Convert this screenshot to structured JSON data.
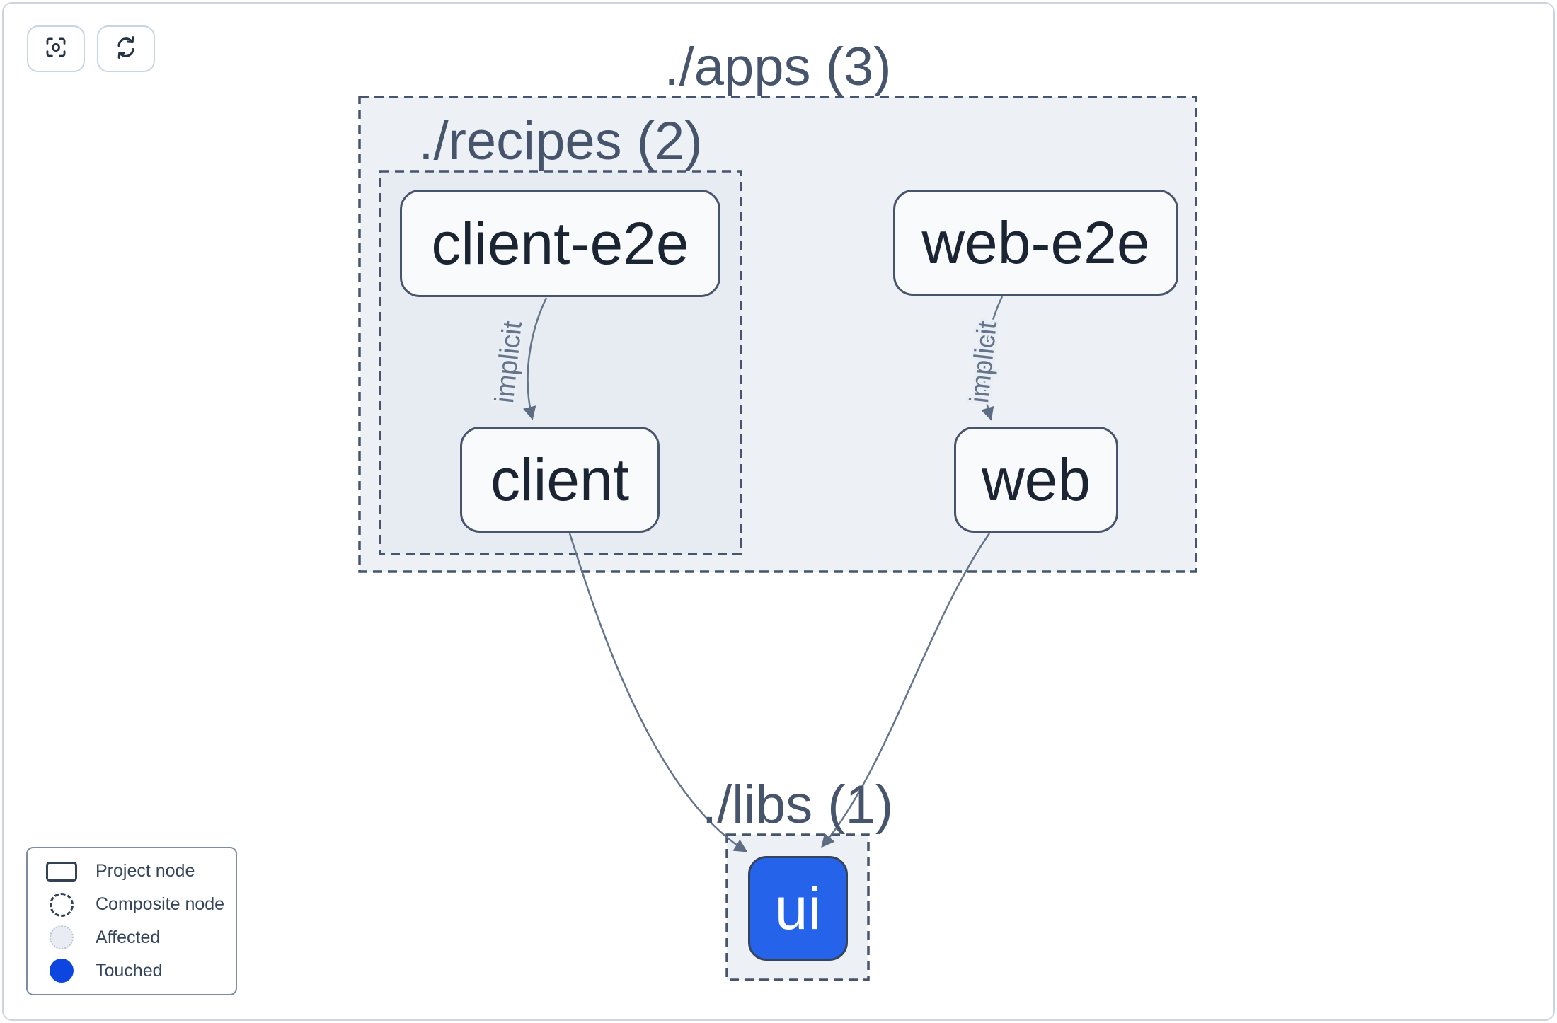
{
  "app": {
    "name": "nx-project-graph"
  },
  "toolbar": {
    "center_button": {
      "icon": "focus-icon"
    },
    "refresh_button": {
      "icon": "refresh-icon"
    }
  },
  "graph": {
    "groups": [
      {
        "id": "apps",
        "label": "./apps (3)",
        "count": 3
      },
      {
        "id": "recipes",
        "label": "./recipes (2)",
        "count": 2,
        "parent": "apps"
      },
      {
        "id": "libs",
        "label": "./libs (1)",
        "count": 1
      }
    ],
    "nodes": [
      {
        "id": "client-e2e",
        "label": "client-e2e",
        "group": "recipes",
        "state": "default"
      },
      {
        "id": "client",
        "label": "client",
        "group": "recipes",
        "state": "default"
      },
      {
        "id": "web-e2e",
        "label": "web-e2e",
        "group": "apps",
        "state": "default"
      },
      {
        "id": "web",
        "label": "web",
        "group": "apps",
        "state": "default"
      },
      {
        "id": "ui",
        "label": "ui",
        "group": "libs",
        "state": "touched"
      }
    ],
    "edges": [
      {
        "from": "client-e2e",
        "to": "client",
        "label": "implicit",
        "type": "implicit"
      },
      {
        "from": "web-e2e",
        "to": "web",
        "label": "implicit",
        "type": "implicit"
      },
      {
        "from": "client",
        "to": "ui",
        "label": "",
        "type": "static"
      },
      {
        "from": "web",
        "to": "ui",
        "label": "",
        "type": "static"
      }
    ]
  },
  "legend": {
    "items": [
      {
        "label": "Project node",
        "swatch": "solid-rect-outline"
      },
      {
        "label": "Composite node",
        "swatch": "dashed-circle-outline"
      },
      {
        "label": "Affected",
        "swatch": "dotted-light-circle"
      },
      {
        "label": "Touched",
        "swatch": "solid-blue-circle"
      }
    ]
  },
  "colors": {
    "touched_blue": "#0d45e0",
    "touched_node_fill": "#2563eb",
    "group_fill": "#edf1f6",
    "nested_group_fill": "#e7ebf2",
    "border_slate": "#47556c",
    "edge_slate": "#64748b",
    "frame_border": "#cbd5e1",
    "node_fill": "#f8fafc",
    "node_text": "#1a2433"
  }
}
